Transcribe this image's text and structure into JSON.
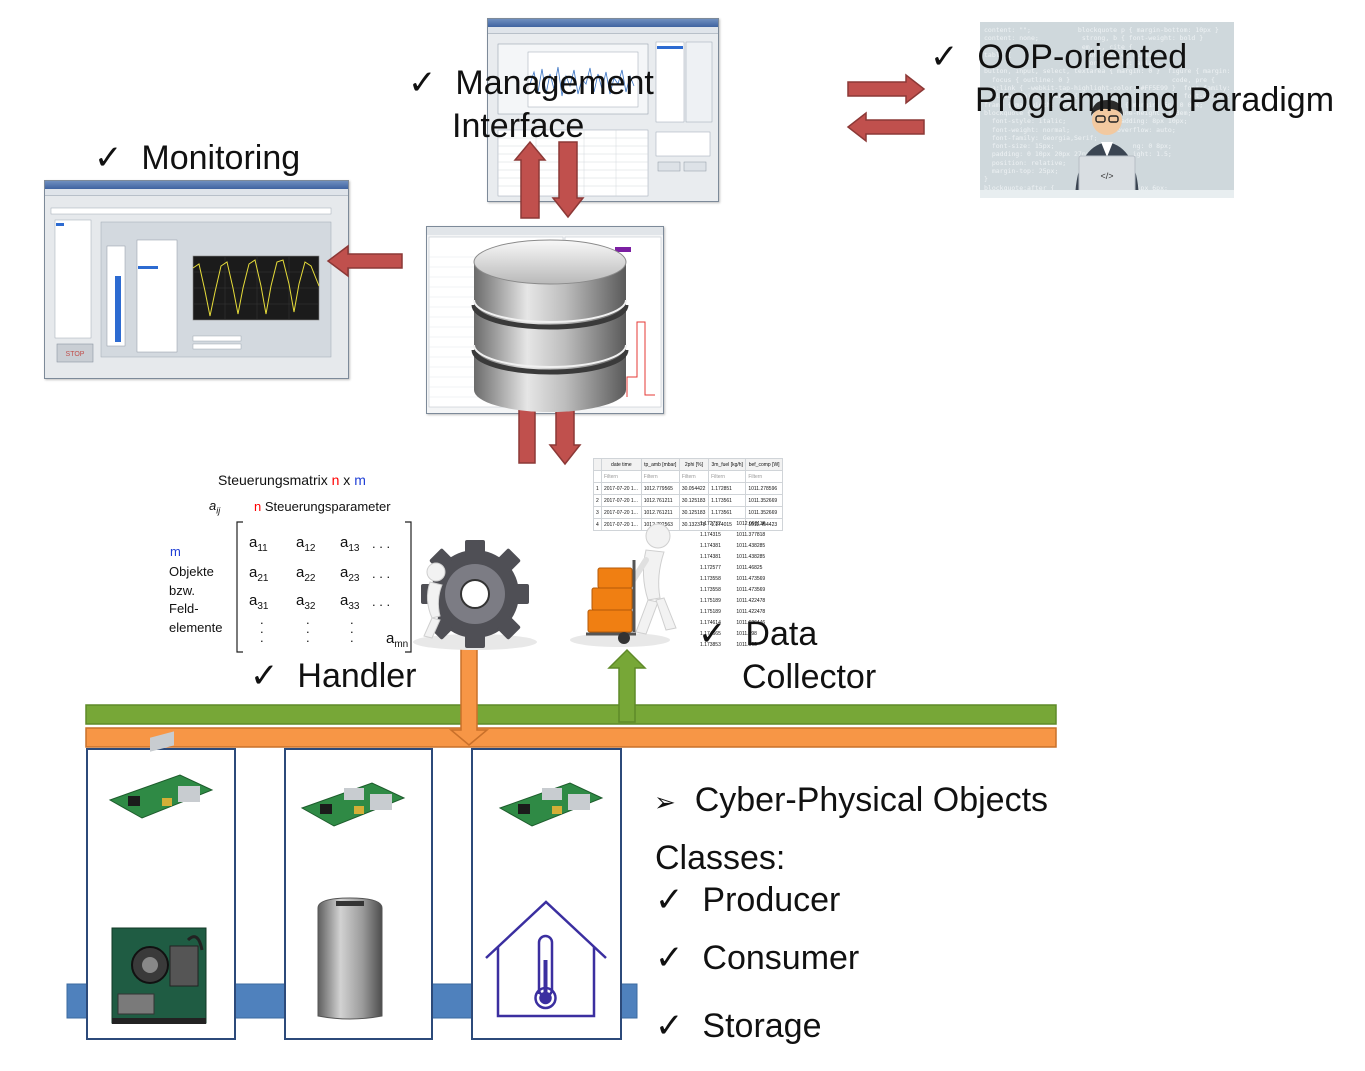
{
  "labels": {
    "management": [
      "Management",
      "Interface"
    ],
    "oop": [
      "OOP-oriented",
      "Programming Paradigm"
    ],
    "monitoring": "Monitoring",
    "handler": "Handler",
    "data_collector": [
      "Data",
      "Collector"
    ]
  },
  "matrix": {
    "title_prefix": "Steuerungsmatrix ",
    "title_n": "n",
    "title_x": " x ",
    "title_m": "m",
    "aij": "a",
    "aij_sub": "ij",
    "row_n": "n",
    "row_rest": " Steuerungsparameter",
    "side_m": "m",
    "side_lines": [
      "Objekte",
      "bzw.",
      "Feld-",
      "elemente"
    ],
    "elements": [
      [
        "a11",
        "a12",
        "a13"
      ],
      [
        "a21",
        "a22",
        "a23"
      ],
      [
        "a31",
        "a32",
        "a33"
      ]
    ],
    "amn": "amn",
    "dots": ". . ."
  },
  "cpo": {
    "header": "Cyber-Physical Objects",
    "classes_label": "Classes:",
    "classes": [
      "Producer",
      "Consumer",
      "Storage"
    ]
  },
  "colors": {
    "red_arrow": "#c0504d",
    "green_bus": "#77a737",
    "orange_bus": "#f79646",
    "blue_bar": "#4f81bd",
    "box_border": "#2c4a7a",
    "house": "#3b2fa0",
    "matrix_red": "#ff0000",
    "matrix_blue": "#1f3fd6"
  },
  "screens": {
    "monitoring_stop": "STOP"
  },
  "table": {
    "headers": [
      "",
      "date time",
      "tp_amb [mbar]",
      "2phi [%]",
      "3m_fuel [kg/h]",
      "bef_comp [W]"
    ],
    "filter": "Filtern",
    "rows": [
      [
        "1",
        "2017-07-20 1...",
        "1012.779565",
        "30.054422",
        "1.172851",
        "1011.278596"
      ],
      [
        "2",
        "2017-07-20 1...",
        "1012.761211",
        "30.125183",
        "1.173561",
        "1011.352669"
      ],
      [
        "3",
        "2017-07-20 1...",
        "1012.761211",
        "30.125183",
        "1.173561",
        "1011.352669"
      ],
      [
        "4",
        "2017-07-20 1...",
        "1012.792563",
        "30.132378",
        "1.174015",
        "1011.454423"
      ]
    ],
    "tail": [
      [
        "1.172732",
        "1012.068136"
      ],
      [
        "1.174315",
        "1011.377818"
      ],
      [
        "1.174381",
        "1011.438285"
      ],
      [
        "1.174381",
        "1011.438285"
      ],
      [
        "1.172577",
        "1011.46825"
      ],
      [
        "1.173558",
        "1011.473569"
      ],
      [
        "1.173558",
        "1011.473569"
      ],
      [
        "1.175189",
        "1011.422478"
      ],
      [
        "1.175189",
        "1011.422478"
      ],
      [
        "1.174614",
        "1011.626446"
      ],
      [
        "1.174665",
        "1011.598"
      ],
      [
        "1.173853",
        "1011.568"
      ]
    ]
  },
  "code_text": [
    "content: \"\";            blockquote p { margin-bottom: 10px }",
    "content: none;           strong, b { font-weight: bold }",
    "                         em, i, cite {",
    "table {                   font-style: normal;",
    "                          font-family: arial;",
    "button, input, select, textarea { margin: 0 }  figure { margin: 10px 0 }",
    "  focus { outline: 0 }                          code, pre {",
    "  a:link { -webkit-tap-highlight-color: #FF5E99 }  font-family: monospace, consolas, sans-serif;",
    "  video, object, embed {                           font-weight: normal;",
    "frame { max-width: 100%;        pre { margin: 5px 0 0px;",
    "blockquote {                      line-height: 1.3em;",
    "  font-style: italic;             padding: 8px 10px;",
    "  font-weight: normal;            overflow: auto;",
    "  font-family: Georgia,Serif;",
    "  font-size: 15px;                    ng: 0 8px;",
    "  padding: 0 10px 20px 27px;          ight: 1.5;",
    "  position: relative;",
    "  margin-top: 25px;",
    "}",
    "blockquote:after {                     1px 6px;",
    "  position: absolute;                   0 2px;",
    "  content: \"\";"
  ]
}
